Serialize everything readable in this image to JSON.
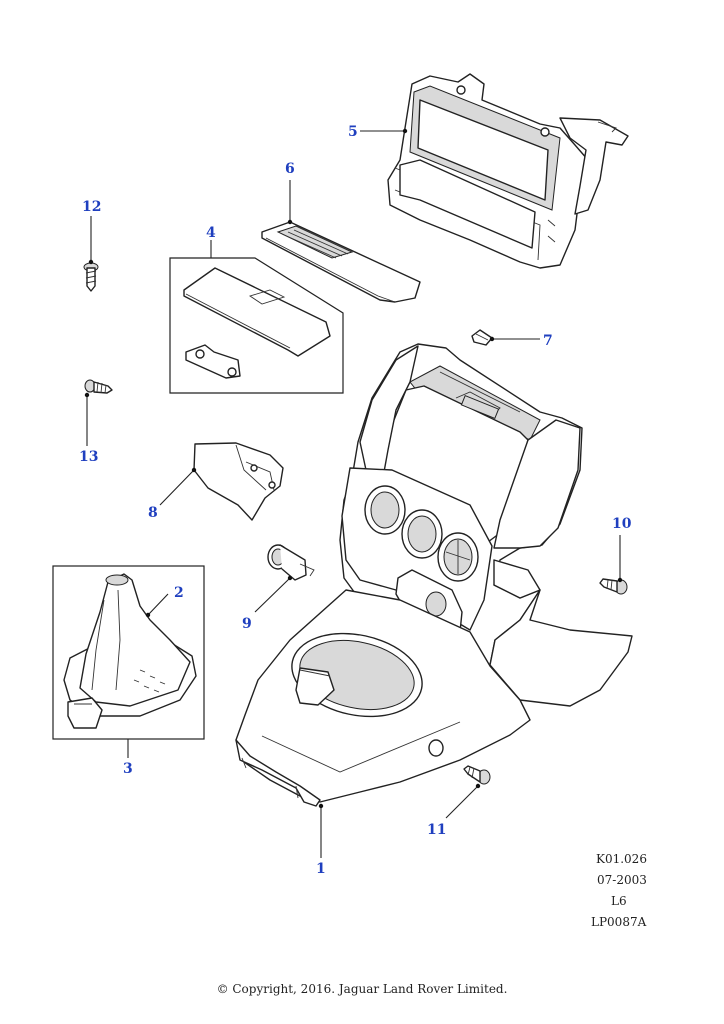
{
  "callouts": {
    "c1": "1",
    "c2": "2",
    "c3": "3",
    "c4": "4",
    "c5": "5",
    "c6": "6",
    "c7": "7",
    "c8": "8",
    "c9": "9",
    "c10": "10",
    "c11": "11",
    "c12": "12",
    "c13": "13"
  },
  "meta": {
    "code": "K01.026",
    "date": "07-2003",
    "model": "L6",
    "ref": "LP0087A"
  },
  "copyright": "© Copyright, 2016. Jaguar Land Rover Limited.",
  "colors": {
    "callout": "#1f3fbf",
    "line": "#222222",
    "background": "#ffffff"
  }
}
